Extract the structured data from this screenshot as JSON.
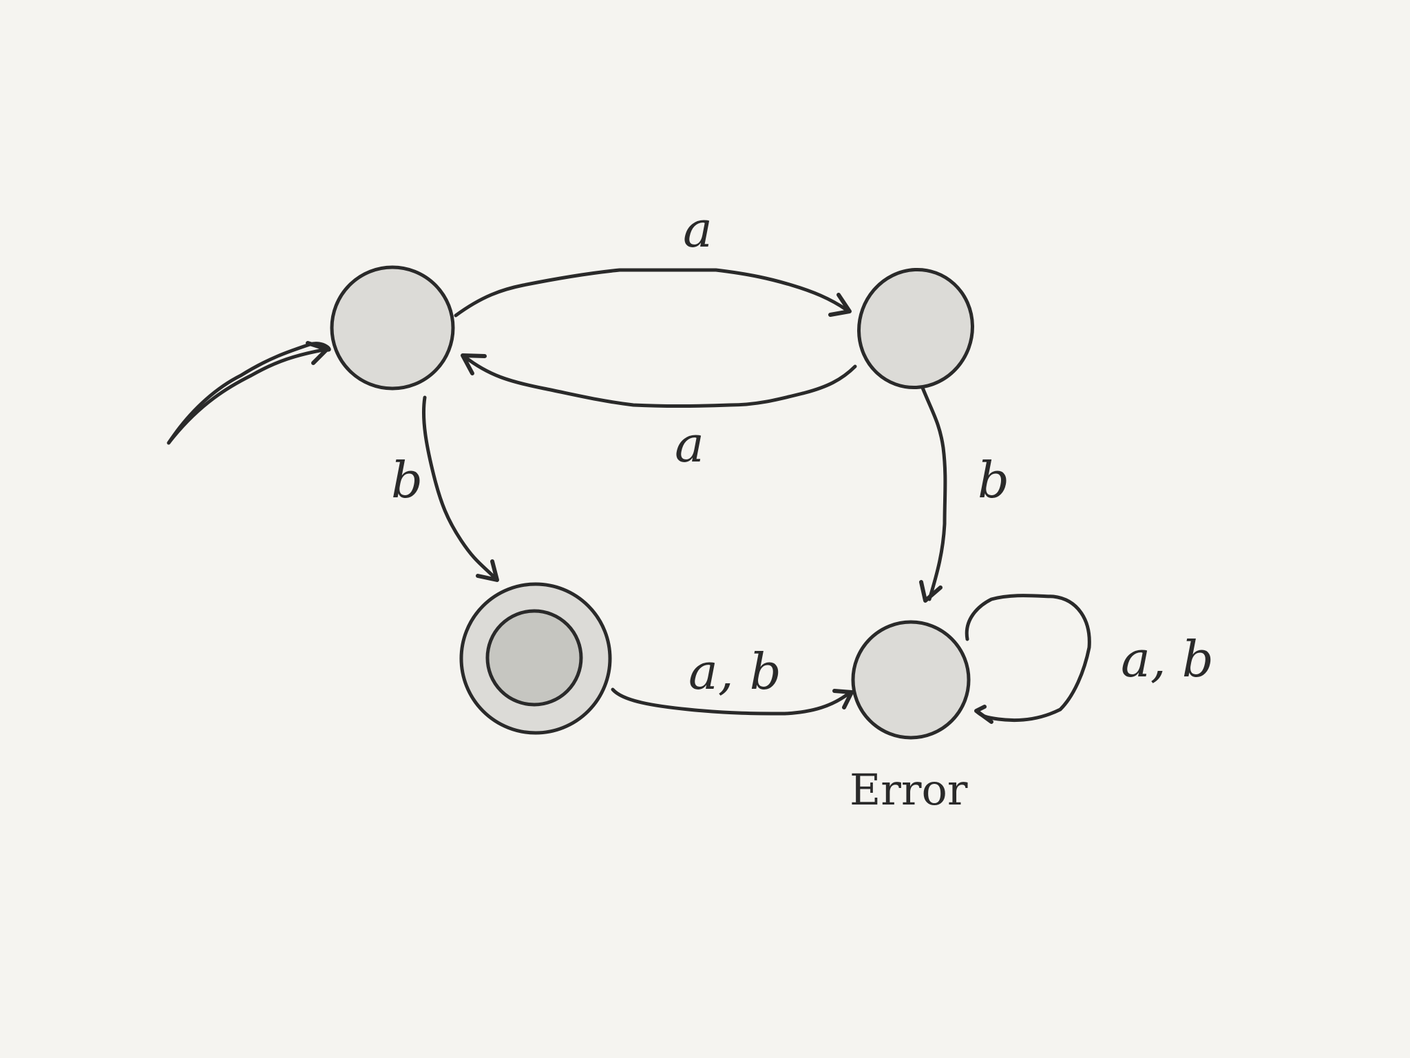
{
  "diagram": {
    "type": "finite-state-automaton",
    "states": [
      {
        "id": "q0",
        "initial": true,
        "accepting": false
      },
      {
        "id": "q1",
        "initial": false,
        "accepting": false
      },
      {
        "id": "q2",
        "initial": false,
        "accepting": true
      },
      {
        "id": "error",
        "name": "Error",
        "initial": false,
        "accepting": false
      }
    ],
    "transitions": [
      {
        "from": "q0",
        "to": "q1",
        "label": "a"
      },
      {
        "from": "q1",
        "to": "q0",
        "label": "a"
      },
      {
        "from": "q0",
        "to": "q2",
        "label": "b"
      },
      {
        "from": "q1",
        "to": "error",
        "label": "b"
      },
      {
        "from": "q2",
        "to": "error",
        "label": "a, b"
      },
      {
        "from": "error",
        "to": "error",
        "label": "a, b"
      }
    ]
  },
  "colors": {
    "background": "#f5f4f0",
    "state_fill": "#dcdbd7",
    "accepting_inner_fill": "#c6c6c1",
    "stroke": "#2a2a2a"
  }
}
